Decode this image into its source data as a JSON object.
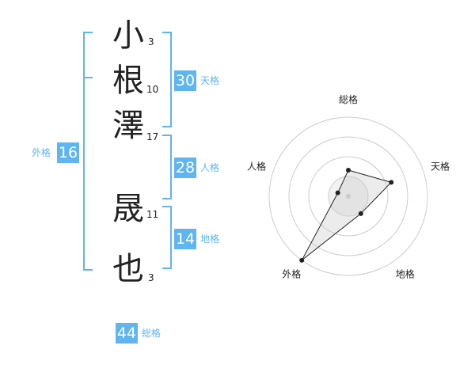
{
  "colors": {
    "accent": "#5fb4f2",
    "text": "#222222",
    "ring": "#cccccc",
    "fill": "#eeeeee"
  },
  "chars": [
    {
      "char": "小",
      "strokes": "3"
    },
    {
      "char": "根",
      "strokes": "10"
    },
    {
      "char": "澤",
      "strokes": "17"
    },
    {
      "char": "晟",
      "strokes": "11"
    },
    {
      "char": "也",
      "strokes": "3"
    }
  ],
  "kaku": {
    "ten": {
      "value": "30",
      "label": "天格"
    },
    "jin": {
      "value": "28",
      "label": "人格"
    },
    "chi": {
      "value": "14",
      "label": "地格"
    },
    "gai": {
      "value": "16",
      "label": "外格"
    },
    "sou": {
      "value": "44",
      "label": "総格"
    }
  },
  "chart_data": {
    "type": "radar",
    "axes": [
      "総格",
      "天格",
      "地格",
      "外格",
      "人格"
    ],
    "values": [
      0.33,
      0.57,
      0.27,
      1.0,
      0.14
    ],
    "rings": 4
  }
}
